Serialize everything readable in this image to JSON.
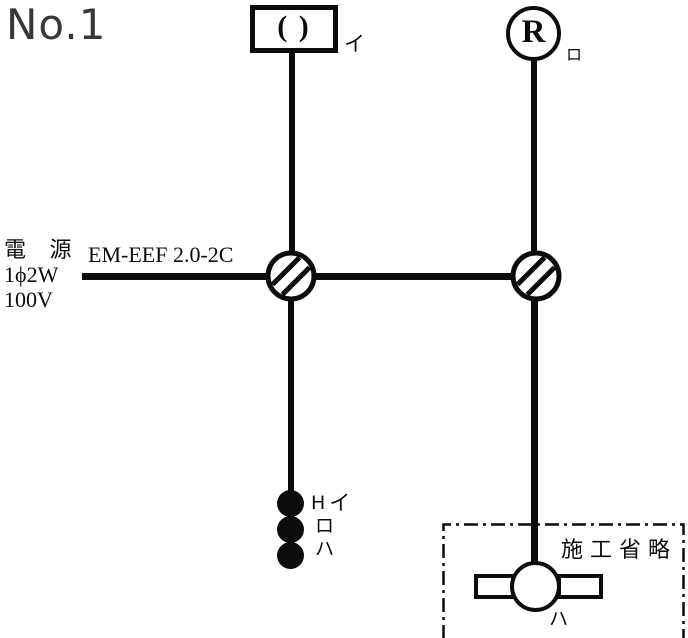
{
  "page": {
    "number": "No.1"
  },
  "power": {
    "name": "電 源",
    "phase": "1ϕ2W",
    "voltage": "100V",
    "cable": "EM-EEF 2.0-2C"
  },
  "fixtures": {
    "ceiling_light": {
      "glyph": "( )",
      "label": "イ"
    },
    "lamp_receptacle": {
      "glyph": "R",
      "label": "ロ"
    }
  },
  "switches": [
    {
      "mark": "H",
      "label": "イ"
    },
    {
      "mark": "",
      "label": "ロ"
    },
    {
      "mark": "",
      "label": "ハ"
    }
  ],
  "omission": {
    "caption": "施工省略",
    "fluorescent_label": "ハ"
  },
  "colors": {
    "line": "#0c0c0c",
    "background": "#ffffff"
  }
}
